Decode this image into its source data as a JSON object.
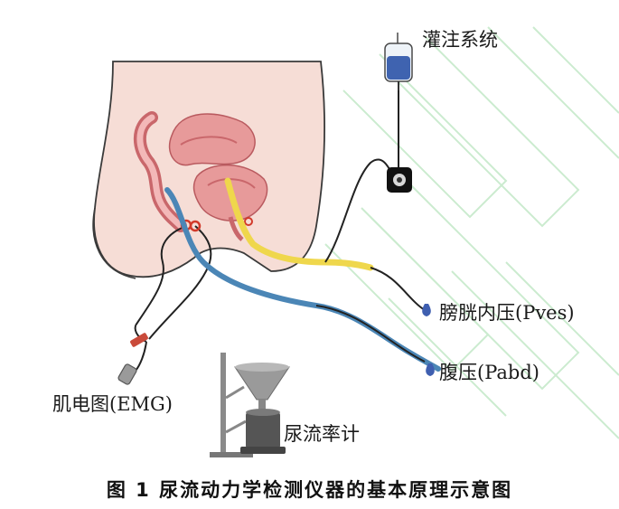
{
  "labels": {
    "irrigation": "灌注系统",
    "pves": "膀胱内压(Pves)",
    "pabd": "腹压(Pabd)",
    "emg": "肌电图(EMG)",
    "flowmeter": "尿流率计"
  },
  "caption": "图 1   尿流动力学检测仪器的基本原理示意图",
  "colors": {
    "skin": "#f6ddd6",
    "organ": "#e79a9a",
    "organ_dark": "#c9676b",
    "catheter_blue": "#4b86b6",
    "catheter_yellow": "#efd74c",
    "wire": "#222222",
    "watermark": "#bfe7c4"
  },
  "icons": [
    "iv-bag-icon",
    "pressure-transducer-icon",
    "connector-icon",
    "emg-electrode-icon",
    "funnel-icon",
    "flowmeter-cylinder-icon"
  ]
}
